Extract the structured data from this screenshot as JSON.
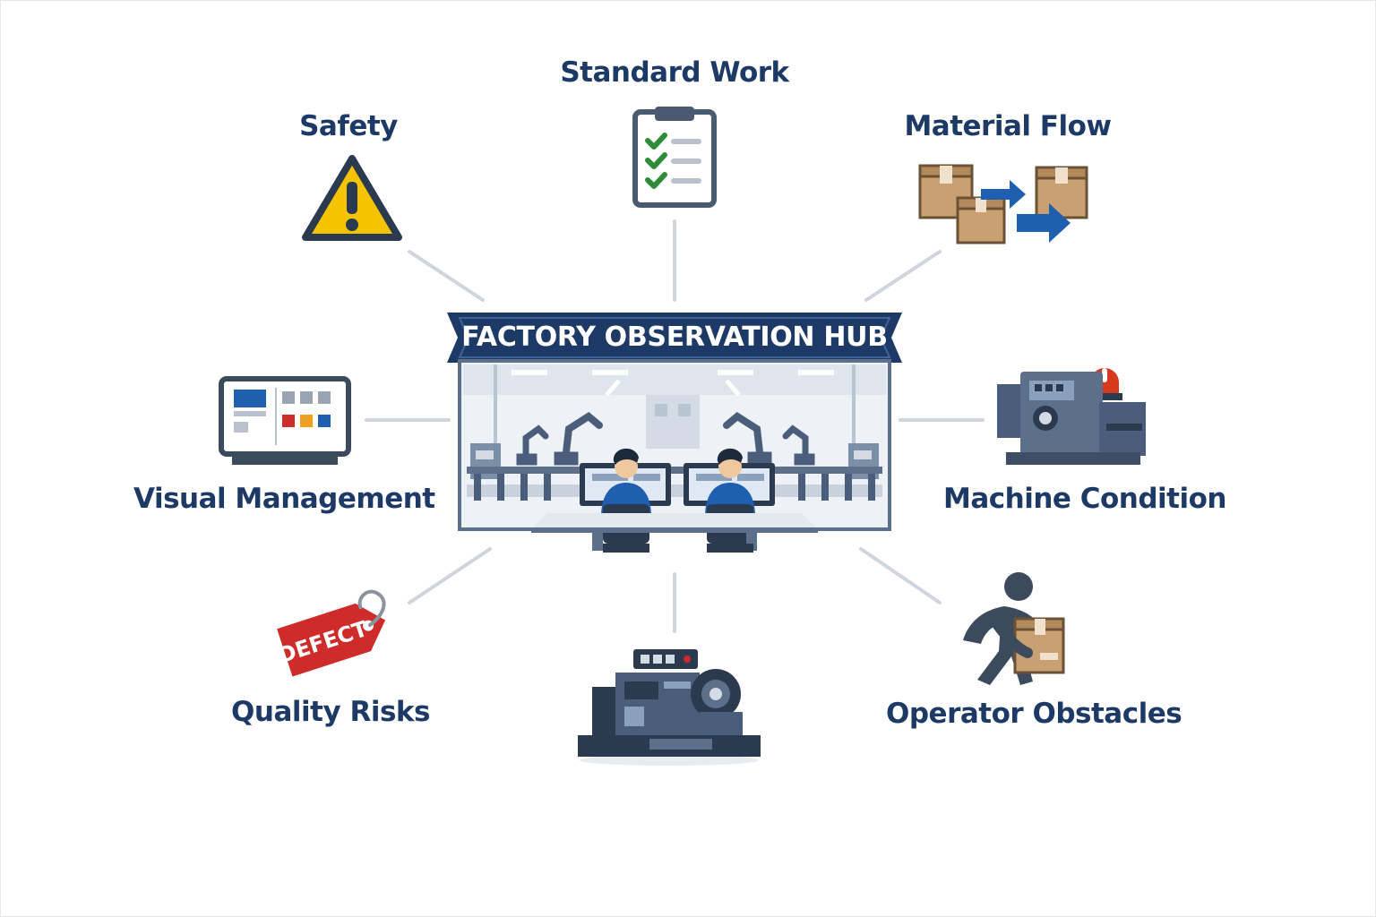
{
  "hub": {
    "title": "FACTORY OBSERVATION HUB"
  },
  "categories": {
    "standard_work": "Standard Work",
    "safety": "Safety",
    "material_flow": "Material Flow",
    "visual_management": "Visual Management",
    "machine_condition": "Machine Condition",
    "quality_risks": "Quality Risks",
    "operator_obstacles": "Operator Obstacles"
  },
  "defect_tag": {
    "text": "DEFECT"
  },
  "icons": {
    "standard_work": "clipboard-checklist-icon",
    "safety": "warning-triangle-icon",
    "material_flow": "boxes-arrows-icon",
    "visual_management": "dashboard-board-icon",
    "machine_condition": "machine-alarm-icon",
    "quality_risks": "defect-tag-icon",
    "production_equipment": "production-machine-icon",
    "operator_obstacles": "operator-lifting-box-icon"
  },
  "colors": {
    "navy": "#1d3a66",
    "warning_yellow": "#f5c400",
    "defect_red": "#d02b2b",
    "check_green": "#2e8b3a",
    "box_brown": "#c8a071",
    "arrow_blue": "#1f5fb0",
    "machine_slate": "#5c708c"
  }
}
